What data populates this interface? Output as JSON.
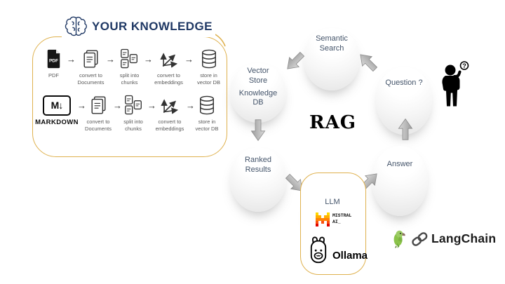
{
  "colors": {
    "accent_gold": "#DFB14E",
    "navy": "#1F3864",
    "node_text": "#44546A",
    "arrow_gray": "#ACACAC",
    "mistral_rows": [
      "#FFD800",
      "#FFAF00",
      "#FF8205",
      "#FA500F",
      "#E10500"
    ]
  },
  "knowledge": {
    "title": "YOUR KNOWLEDGE",
    "arrow_glyph": "→",
    "rows": [
      {
        "source": "PDF",
        "source_badge": "PDF",
        "steps": [
          "convert to Documents",
          "split into chunks",
          "convert to embeddings",
          "store in vector DB"
        ]
      },
      {
        "source": "MARKDOWN",
        "source_glyph": "M↓",
        "steps": [
          "convert to Documents",
          "split into chunks",
          "convert to embeddings",
          "store in vector DB"
        ]
      }
    ]
  },
  "cycle": {
    "center": "RAG",
    "semantic": "Semantic Search",
    "vector_line1": "Vector Store",
    "vector_line2": "Knowledge DB",
    "question": "Question ?",
    "ranked": "Ranked Results",
    "answer": "Answer"
  },
  "llm": {
    "label": "LLM",
    "mistral_line1": "MISTRAL",
    "mistral_line2": "AI_",
    "ollama": "Ollama"
  },
  "langchain": {
    "label": "LangChain"
  }
}
